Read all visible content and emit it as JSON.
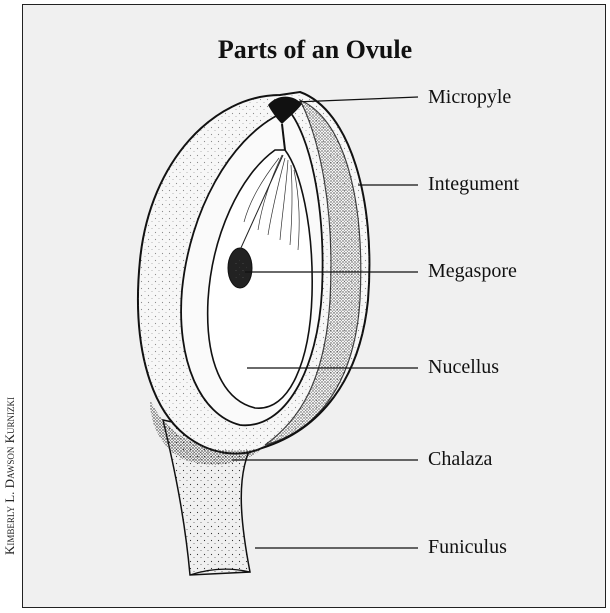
{
  "title": "Parts of an Ovule",
  "credit": "Kimberly L. Dawson Kurnizki",
  "labels": {
    "micropyle": "Micropyle",
    "integument": "Integument",
    "megaspore": "Megaspore",
    "nucellus": "Nucellus",
    "chalaza": "Chalaza",
    "funiculus": "Funiculus"
  }
}
